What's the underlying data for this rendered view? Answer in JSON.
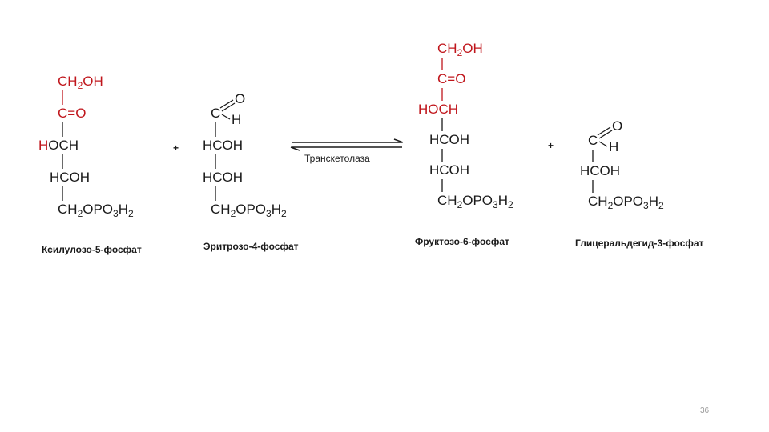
{
  "colors": {
    "highlight": "#c0161c",
    "ink": "#1a1a1a",
    "page_number": "#9a9a9a"
  },
  "reaction": {
    "enzyme": "Транскетолаза",
    "plus": "+",
    "substrates": [
      {
        "name": "Ксилулозо-5-фосфат",
        "groups": [
          {
            "segments": [
              {
                "text": "CH"
              },
              {
                "text": "2",
                "sub": true
              },
              {
                "text": "OH"
              }
            ],
            "color": "highlight"
          },
          {
            "segments": [
              {
                "text": "C=O"
              }
            ],
            "color": "highlight"
          },
          {
            "segments": [
              {
                "text": "H",
                "color": "highlight"
              },
              {
                "text": "OCH"
              }
            ],
            "color": "ink"
          },
          {
            "segments": [
              {
                "text": "HCOH"
              }
            ],
            "color": "ink"
          },
          {
            "segments": [
              {
                "text": "CH"
              },
              {
                "text": "2",
                "sub": true
              },
              {
                "text": "OPO"
              },
              {
                "text": "3",
                "sub": true
              },
              {
                "text": "H"
              },
              {
                "text": "2",
                "sub": true
              }
            ],
            "color": "ink"
          }
        ]
      },
      {
        "name": "Эритрозо-4-фосфат",
        "groups": [
          {
            "segments": [
              {
                "text": "C"
              }
            ],
            "aldehyde_o": "O",
            "aldehyde_h": "H",
            "color": "ink"
          },
          {
            "segments": [
              {
                "text": "HCOH"
              }
            ],
            "color": "ink"
          },
          {
            "segments": [
              {
                "text": "HCOH"
              }
            ],
            "color": "ink"
          },
          {
            "segments": [
              {
                "text": "CH"
              },
              {
                "text": "2",
                "sub": true
              },
              {
                "text": "OPO"
              },
              {
                "text": "3",
                "sub": true
              },
              {
                "text": "H"
              },
              {
                "text": "2",
                "sub": true
              }
            ],
            "color": "ink"
          }
        ]
      }
    ],
    "products": [
      {
        "name": "Фруктозо-6-фосфат",
        "groups": [
          {
            "segments": [
              {
                "text": "CH"
              },
              {
                "text": "2",
                "sub": true
              },
              {
                "text": "OH"
              }
            ],
            "color": "highlight"
          },
          {
            "segments": [
              {
                "text": "C=O"
              }
            ],
            "color": "highlight"
          },
          {
            "segments": [
              {
                "text": "HOCH"
              }
            ],
            "color": "highlight"
          },
          {
            "segments": [
              {
                "text": "HCOH"
              }
            ],
            "color": "ink"
          },
          {
            "segments": [
              {
                "text": "HCOH"
              }
            ],
            "color": "ink"
          },
          {
            "segments": [
              {
                "text": "CH"
              },
              {
                "text": "2",
                "sub": true
              },
              {
                "text": "OPO"
              },
              {
                "text": "3",
                "sub": true
              },
              {
                "text": "H"
              },
              {
                "text": "2",
                "sub": true
              }
            ],
            "color": "ink"
          }
        ]
      },
      {
        "name": "Глицеральдегид-3-фосфат",
        "groups": [
          {
            "segments": [
              {
                "text": "C"
              }
            ],
            "aldehyde_o": "O",
            "aldehyde_h": "H",
            "color": "ink"
          },
          {
            "segments": [
              {
                "text": "HCOH"
              }
            ],
            "color": "ink"
          },
          {
            "segments": [
              {
                "text": "CH"
              },
              {
                "text": "2",
                "sub": true
              },
              {
                "text": "OPO"
              },
              {
                "text": "3",
                "sub": true
              },
              {
                "text": "H"
              },
              {
                "text": "2",
                "sub": true
              }
            ],
            "color": "ink"
          }
        ]
      }
    ]
  },
  "page_number": "36"
}
